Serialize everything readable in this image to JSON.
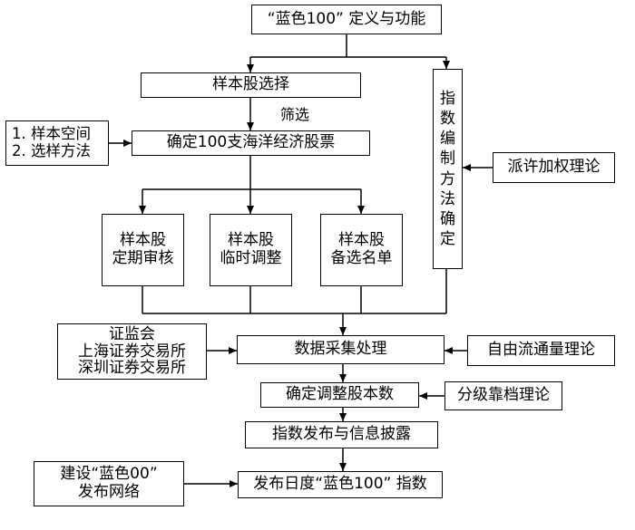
{
  "nodes": {
    "definition": "“蓝色100” 定义与功能",
    "sample_selection": "样本股选择",
    "sample_method": "1. 样本空间\n2. 选样方法",
    "confirm_100": "确定100支海洋经济股票",
    "index_method": "指\n数\n编\n制\n方\n法\n确\n定",
    "paasche": "派许加权理论",
    "periodic_review": "样本股\n定期审核",
    "temp_adjust": "样本股\n临时调整",
    "backup_list": "样本股\n备选名单",
    "data_sources": "证监会\n上海证券交易所\n深圳证券交易所",
    "data_processing": "数据采集处理",
    "free_float": "自由流通量理论",
    "confirm_shares": "确定调整股本数",
    "tier_theory": "分级靠档理论",
    "publish_disclose": "指数发布与信息披露",
    "network": "建设“蓝色00”\n发布网络",
    "daily_index": "发布日度“蓝色100” 指数"
  },
  "labels": {
    "filter": "筛选"
  }
}
